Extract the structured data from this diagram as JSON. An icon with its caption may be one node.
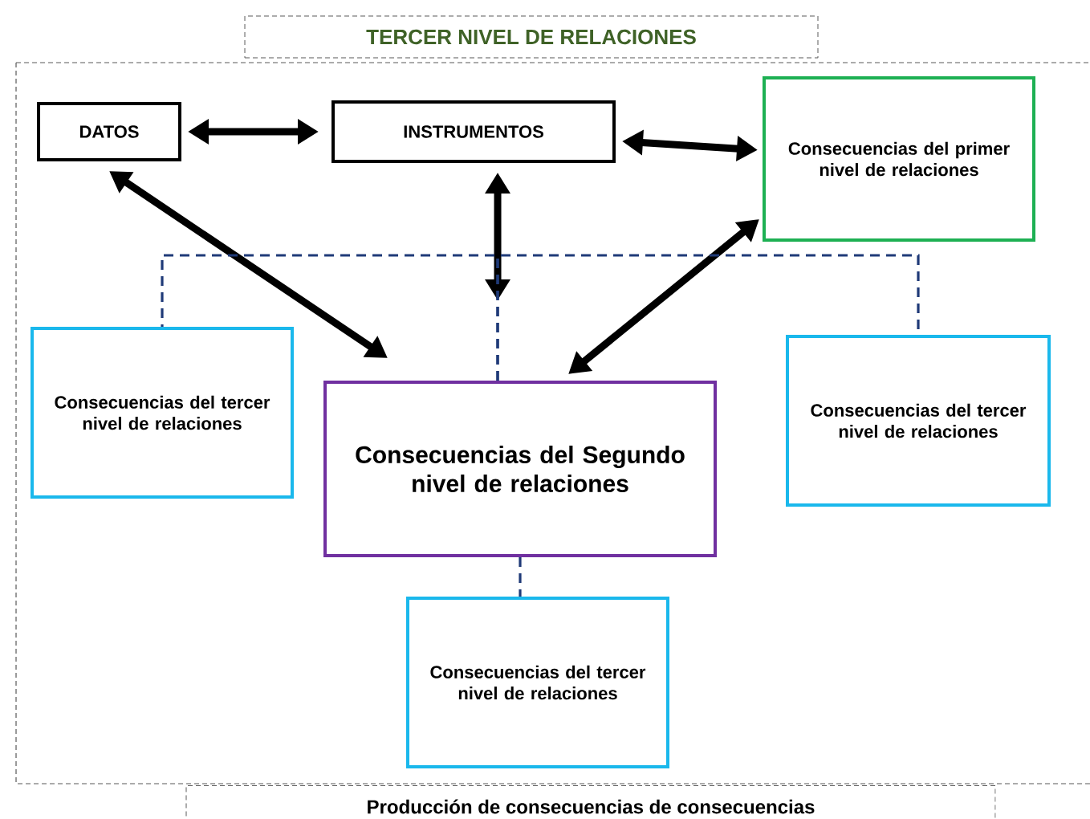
{
  "diagram": {
    "title": "TERCER NIVEL DE RELACIONES",
    "caption": "Producción de consecuencias de consecuencias",
    "nodes": [
      {
        "text": [
          "DATOS"
        ]
      },
      {
        "text": [
          "INSTRUMENTOS"
        ]
      },
      {
        "text": [
          "Consecuencias del primer nivel de relaciones"
        ]
      },
      {
        "text": [
          "Consecuencias del tercer nivel de relaciones"
        ]
      },
      {
        "text": [
          "Consecuencias del Segundo nivel de relaciones"
        ]
      },
      {
        "text": [
          "Consecuencias del tercer nivel de relaciones"
        ]
      },
      {
        "text": [
          "Consecuencias del tercer nivel de relaciones"
        ]
      }
    ],
    "edges": [
      {
        "from": 0,
        "to": 1,
        "arrow": "both"
      },
      {
        "from": 1,
        "to": 2,
        "arrow": "both"
      },
      {
        "from": 0,
        "to": 4,
        "arrow": "both"
      },
      {
        "from": 1,
        "to": 4,
        "arrow": "both"
      },
      {
        "from": 2,
        "to": 4,
        "arrow": "both"
      },
      {
        "from": 4,
        "to": 3,
        "arrow": "none",
        "style": "dashed",
        "color": "#1f3a78"
      },
      {
        "from": 4,
        "to": 5,
        "arrow": "none",
        "style": "dashed",
        "color": "#1f3a78"
      },
      {
        "from": 4,
        "to": 6,
        "arrow": "none",
        "style": "dashed",
        "color": "#1f3a78"
      }
    ]
  }
}
